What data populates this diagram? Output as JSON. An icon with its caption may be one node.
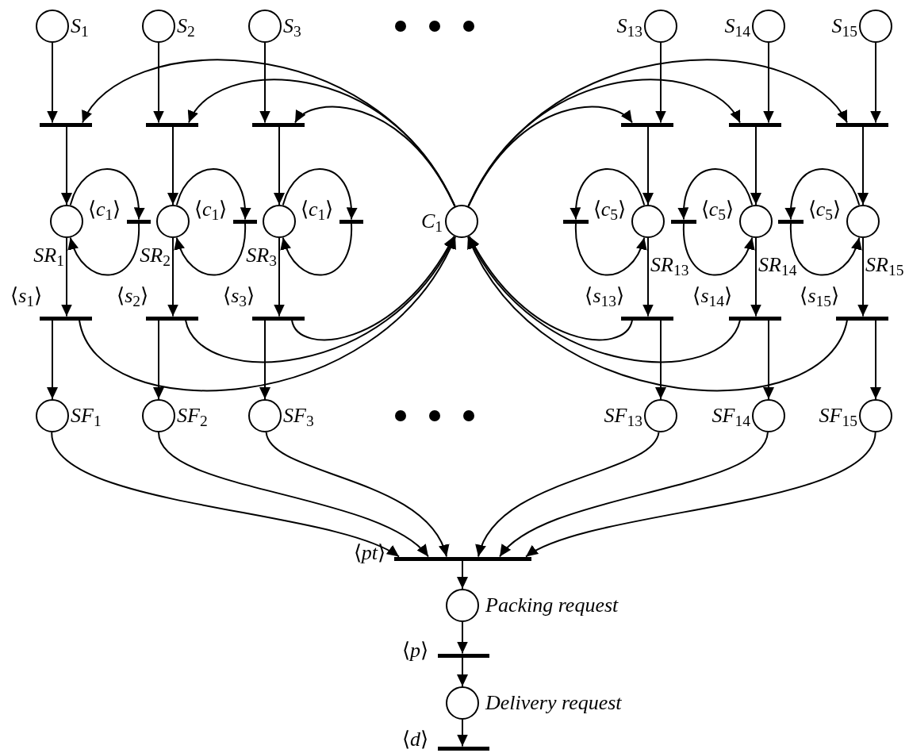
{
  "diagram": {
    "nodes": [
      {
        "text": [],
        "shape": "circle",
        "beside": [
          "*S*$_{1}$"
        ]
      },
      {
        "text": [],
        "shape": "circle",
        "beside": [
          "*S*$_{2}$"
        ]
      },
      {
        "text": [],
        "shape": "circle",
        "beside": [
          "*S*$_{3}$"
        ]
      },
      {
        "text": [],
        "shape": "circle",
        "beside": [
          "*S*$_{13}$"
        ]
      },
      {
        "text": [],
        "shape": "circle",
        "beside": [
          "*S*$_{14}$"
        ]
      },
      {
        "text": [],
        "shape": "circle",
        "beside": [
          "*S*$_{15}$"
        ]
      },
      {
        "text": [],
        "shape": "bar"
      },
      {
        "text": [],
        "shape": "bar"
      },
      {
        "text": [],
        "shape": "bar"
      },
      {
        "text": [],
        "shape": "bar"
      },
      {
        "text": [],
        "shape": "bar"
      },
      {
        "text": [],
        "shape": "bar"
      },
      {
        "text": [],
        "shape": "circle",
        "beside": [
          "*SR*$_{1}$"
        ]
      },
      {
        "text": [],
        "shape": "circle",
        "beside": [
          "*SR*$_{2}$"
        ]
      },
      {
        "text": [],
        "shape": "circle",
        "beside": [
          "*SR*$_{3}$"
        ]
      },
      {
        "text": [],
        "shape": "circle",
        "beside": [
          "*SR*$_{13}$"
        ]
      },
      {
        "text": [],
        "shape": "circle",
        "beside": [
          "*SR*$_{14}$"
        ]
      },
      {
        "text": [],
        "shape": "circle",
        "beside": [
          "*SR*$_{15}$"
        ]
      },
      {
        "text": [],
        "shape": "bar",
        "beside": [
          "⟨*c*$_{1}$⟩"
        ]
      },
      {
        "text": [],
        "shape": "bar",
        "beside": [
          "⟨*c*$_{1}$⟩"
        ]
      },
      {
        "text": [],
        "shape": "bar",
        "beside": [
          "⟨*c*$_{1}$⟩"
        ]
      },
      {
        "text": [],
        "shape": "bar",
        "beside": [
          "⟨*c*$_{5}$⟩"
        ]
      },
      {
        "text": [],
        "shape": "bar",
        "beside": [
          "⟨*c*$_{5}$⟩"
        ]
      },
      {
        "text": [],
        "shape": "bar",
        "beside": [
          "⟨*c*$_{5}$⟩"
        ]
      },
      {
        "text": [],
        "shape": "circle",
        "beside": [
          "*C*$_{1}$"
        ]
      },
      {
        "text": [],
        "shape": "bar",
        "beside": [
          "⟨*s*$_{1}$⟩"
        ]
      },
      {
        "text": [],
        "shape": "bar",
        "beside": [
          "⟨*s*$_{2}$⟩"
        ]
      },
      {
        "text": [],
        "shape": "bar",
        "beside": [
          "⟨*s*$_{3}$⟩"
        ]
      },
      {
        "text": [],
        "shape": "bar",
        "beside": [
          "⟨*s*$_{13}$⟩"
        ]
      },
      {
        "text": [],
        "shape": "bar",
        "beside": [
          "⟨*s*$_{14}$⟩"
        ]
      },
      {
        "text": [],
        "shape": "bar",
        "beside": [
          "⟨*s*$_{15}$⟩"
        ]
      },
      {
        "text": [],
        "shape": "circle",
        "beside": [
          "*SF*$_{1}$"
        ]
      },
      {
        "text": [],
        "shape": "circle",
        "beside": [
          "*SF*$_{2}$"
        ]
      },
      {
        "text": [],
        "shape": "circle",
        "beside": [
          "*SF*$_{3}$"
        ]
      },
      {
        "text": [],
        "shape": "circle",
        "beside": [
          "*SF*$_{13}$"
        ]
      },
      {
        "text": [],
        "shape": "circle",
        "beside": [
          "*SF*$_{14}$"
        ]
      },
      {
        "text": [],
        "shape": "circle",
        "beside": [
          "*SF*$_{15}$"
        ]
      },
      {
        "text": [],
        "shape": "bar",
        "beside": [
          "⟨*pt*⟩"
        ]
      },
      {
        "text": [],
        "shape": "circle",
        "beside": [
          "Packing request"
        ]
      },
      {
        "text": [],
        "shape": "bar",
        "beside": [
          "⟨*p*⟩"
        ]
      },
      {
        "text": [],
        "shape": "circle",
        "beside": [
          "Delivery request"
        ]
      },
      {
        "text": [],
        "shape": "bar",
        "beside": [
          "⟨*d*⟩"
        ]
      }
    ],
    "edges": [
      {
        "from": 0,
        "to": 6,
        "arrow": "to"
      },
      {
        "from": 1,
        "to": 7,
        "arrow": "to"
      },
      {
        "from": 2,
        "to": 8,
        "arrow": "to"
      },
      {
        "from": 3,
        "to": 9,
        "arrow": "to"
      },
      {
        "from": 4,
        "to": 10,
        "arrow": "to"
      },
      {
        "from": 5,
        "to": 11,
        "arrow": "to"
      },
      {
        "from": 24,
        "to": 6,
        "arrow": "to"
      },
      {
        "from": 24,
        "to": 7,
        "arrow": "to"
      },
      {
        "from": 24,
        "to": 8,
        "arrow": "to"
      },
      {
        "from": 24,
        "to": 9,
        "arrow": "to"
      },
      {
        "from": 24,
        "to": 10,
        "arrow": "to"
      },
      {
        "from": 24,
        "to": 11,
        "arrow": "to"
      },
      {
        "from": 6,
        "to": 12,
        "arrow": "to"
      },
      {
        "from": 7,
        "to": 13,
        "arrow": "to"
      },
      {
        "from": 8,
        "to": 14,
        "arrow": "to"
      },
      {
        "from": 9,
        "to": 15,
        "arrow": "to"
      },
      {
        "from": 10,
        "to": 16,
        "arrow": "to"
      },
      {
        "from": 11,
        "to": 17,
        "arrow": "to"
      },
      {
        "from": 12,
        "to": 18,
        "arrow": "to"
      },
      {
        "from": 13,
        "to": 19,
        "arrow": "to"
      },
      {
        "from": 14,
        "to": 20,
        "arrow": "to"
      },
      {
        "from": 15,
        "to": 21,
        "arrow": "to"
      },
      {
        "from": 16,
        "to": 22,
        "arrow": "to"
      },
      {
        "from": 17,
        "to": 23,
        "arrow": "to"
      },
      {
        "from": 18,
        "to": 12,
        "arrow": "to"
      },
      {
        "from": 19,
        "to": 13,
        "arrow": "to"
      },
      {
        "from": 20,
        "to": 14,
        "arrow": "to"
      },
      {
        "from": 21,
        "to": 15,
        "arrow": "to"
      },
      {
        "from": 22,
        "to": 16,
        "arrow": "to"
      },
      {
        "from": 23,
        "to": 17,
        "arrow": "to"
      },
      {
        "from": 12,
        "to": 25,
        "arrow": "to"
      },
      {
        "from": 13,
        "to": 26,
        "arrow": "to"
      },
      {
        "from": 14,
        "to": 27,
        "arrow": "to"
      },
      {
        "from": 15,
        "to": 28,
        "arrow": "to"
      },
      {
        "from": 16,
        "to": 29,
        "arrow": "to"
      },
      {
        "from": 17,
        "to": 30,
        "arrow": "to"
      },
      {
        "from": 25,
        "to": 24,
        "arrow": "to"
      },
      {
        "from": 26,
        "to": 24,
        "arrow": "to"
      },
      {
        "from": 27,
        "to": 24,
        "arrow": "to"
      },
      {
        "from": 28,
        "to": 24,
        "arrow": "to"
      },
      {
        "from": 29,
        "to": 24,
        "arrow": "to"
      },
      {
        "from": 30,
        "to": 24,
        "arrow": "to"
      },
      {
        "from": 25,
        "to": 31,
        "arrow": "to"
      },
      {
        "from": 26,
        "to": 32,
        "arrow": "to"
      },
      {
        "from": 27,
        "to": 33,
        "arrow": "to"
      },
      {
        "from": 28,
        "to": 34,
        "arrow": "to"
      },
      {
        "from": 29,
        "to": 35,
        "arrow": "to"
      },
      {
        "from": 30,
        "to": 36,
        "arrow": "to"
      },
      {
        "from": 31,
        "to": 37,
        "arrow": "to"
      },
      {
        "from": 32,
        "to": 37,
        "arrow": "to"
      },
      {
        "from": 33,
        "to": 37,
        "arrow": "to"
      },
      {
        "from": 34,
        "to": 37,
        "arrow": "to"
      },
      {
        "from": 35,
        "to": 37,
        "arrow": "to"
      },
      {
        "from": 36,
        "to": 37,
        "arrow": "to"
      },
      {
        "from": 37,
        "to": 38,
        "arrow": "to"
      },
      {
        "from": 38,
        "to": 39,
        "arrow": "to"
      },
      {
        "from": 39,
        "to": 40,
        "arrow": "to"
      },
      {
        "from": 40,
        "to": 41,
        "arrow": "to"
      }
    ]
  }
}
